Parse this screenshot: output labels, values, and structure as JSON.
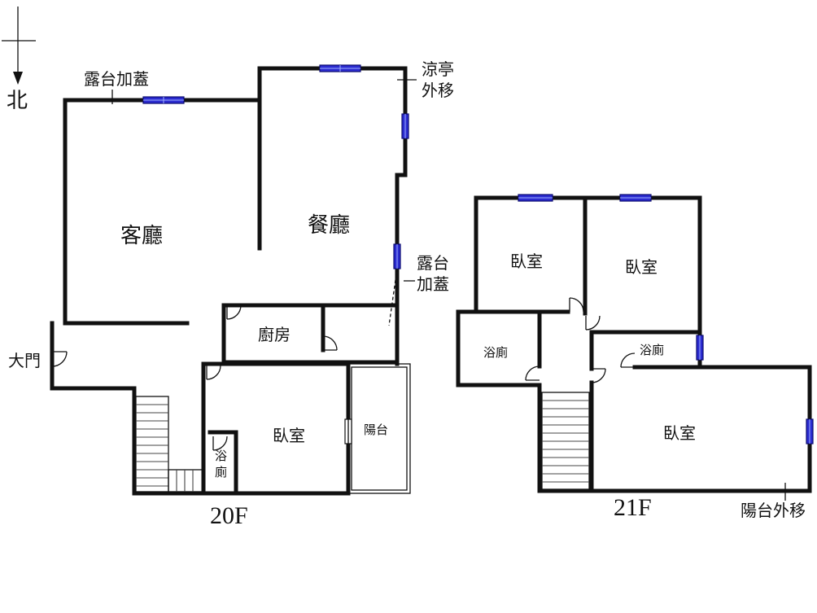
{
  "compass": {
    "label": "北"
  },
  "floor20": {
    "floor_label": "20F",
    "rooms": {
      "living": "客廳",
      "dining": "餐廳",
      "kitchen": "廚房",
      "bedroom": "臥室",
      "balcony": "陽台",
      "bath_line1": "浴",
      "bath_line2": "廁"
    },
    "notes": {
      "terrace_cover_top": "露台加蓋",
      "pavilion_line1": "涼亭",
      "pavilion_line2": "外移",
      "terrace_cover_right_line1": "露台",
      "terrace_cover_right_line2": "加蓋",
      "main_door": "大門"
    }
  },
  "floor21": {
    "floor_label": "21F",
    "rooms": {
      "bedroom_a": "臥室",
      "bedroom_b": "臥室",
      "bath_left": "浴廁",
      "bath_right": "浴廁",
      "master_bedroom": "臥室"
    },
    "notes": {
      "balcony_moved": "陽台外移"
    }
  }
}
